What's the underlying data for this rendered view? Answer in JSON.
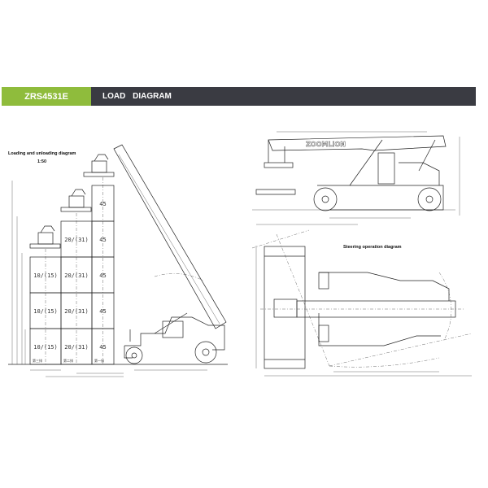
{
  "header": {
    "model": "ZRS4531E",
    "title": "LOAD DIAGRAM",
    "model_color": "#8fbc3c",
    "title_bg": "#3a3b42"
  },
  "loading_diagram": {
    "title": "Loading and unloading diagram",
    "scale": "1:50",
    "columns": [
      {
        "row_label": "第三排",
        "tiers": 3,
        "capacity": "10/(15)"
      },
      {
        "row_label": "第二排",
        "tiers": 4,
        "capacity": "20/(31)"
      },
      {
        "row_label": "第一排",
        "tiers": 5,
        "capacity": "45"
      }
    ]
  },
  "side_view": {
    "logo": "ZOOMLION"
  },
  "steering_diagram": {
    "title": "Steering operation diagram"
  }
}
